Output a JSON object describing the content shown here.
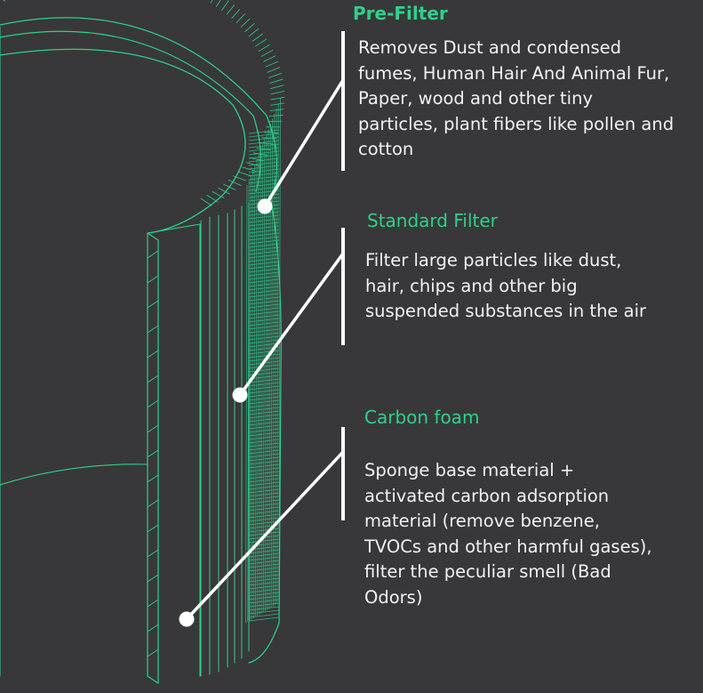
{
  "colors": {
    "background": "#38383a",
    "accent": "#2ed18c",
    "text": "#f2f2f2",
    "leader": "#ffffff"
  },
  "callouts": [
    {
      "title": "Pre-Filter",
      "description": "Removes Dust and condensed\nfumes, Human Hair And Animal Fur,\nPaper, wood and other tiny\nparticles, plant fibers like pollen and\ncotton"
    },
    {
      "title": "Standard Filter",
      "description": "Filter large particles like dust,\nhair, chips and other big\nsuspended substances in the air"
    },
    {
      "title": "Carbon foam",
      "description": "Sponge base material +\nactivated carbon adsorption\nmaterial (remove benzene,\nTVOCs and other harmful gases),\nfilter the peculiar smell (Bad\nOdors)"
    }
  ]
}
